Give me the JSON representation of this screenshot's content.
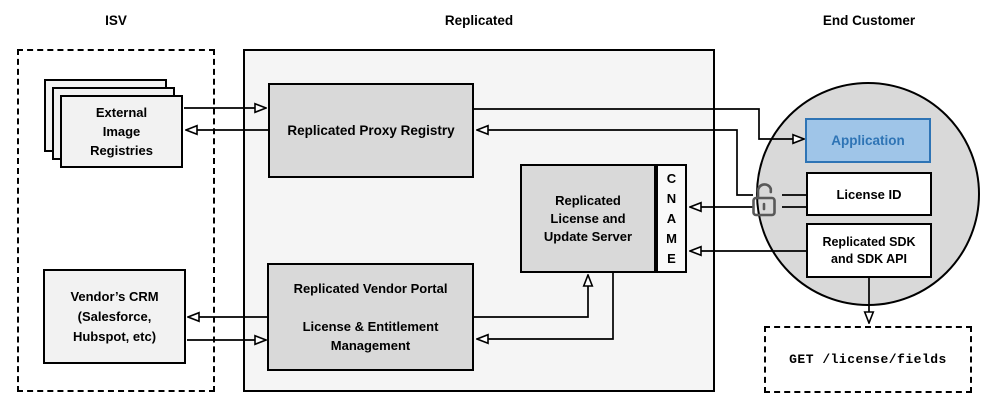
{
  "colors": {
    "border": "#000000",
    "panel": "#f5f5f5",
    "node": "#d9d9d9",
    "soft": "#f2f2f2",
    "cname": "#f9f9f9",
    "app_fill": "#9fc5e8",
    "app_stroke": "#2e74b5",
    "lock": "#595959"
  },
  "sections": {
    "isv": {
      "title": "ISV"
    },
    "replicated": {
      "title": "Replicated"
    },
    "end_customer": {
      "title": "End Customer"
    }
  },
  "nodes": {
    "external_image_registries": {
      "label": "External\nImage\nRegistries"
    },
    "vendors_crm": {
      "label": "Vendor’s CRM\n(Salesforce,\nHubspot, etc)"
    },
    "proxy_registry": {
      "label": "Replicated Proxy Registry"
    },
    "vendor_portal": {
      "label": "Replicated Vendor Portal\n\nLicense & Entitlement\nManagement"
    },
    "license_update_server": {
      "label": "Replicated\nLicense and\nUpdate Server"
    },
    "cname": {
      "label": "C\nN\nA\nM\nE"
    },
    "application": {
      "label": "Application"
    },
    "license_id": {
      "label": "License ID"
    },
    "replicated_sdk": {
      "label": "Replicated SDK\nand SDK API"
    },
    "get_endpoint": {
      "label": "GET /license/fields"
    }
  },
  "icons": {
    "lock": "unlocked-padlock"
  }
}
